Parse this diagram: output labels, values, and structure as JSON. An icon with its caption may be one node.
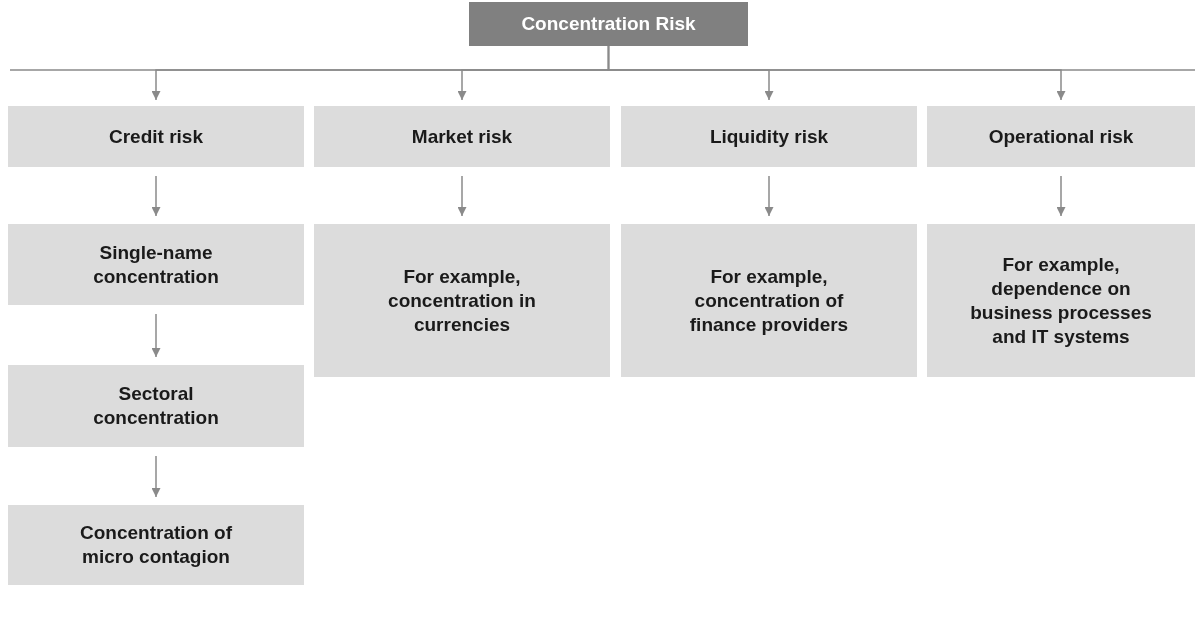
{
  "diagram": {
    "nodes": [
      {
        "text": [
          "Concentration Risk"
        ]
      },
      {
        "text": [
          "Credit risk"
        ]
      },
      {
        "text": [
          "Market risk"
        ]
      },
      {
        "text": [
          "Liquidity risk"
        ]
      },
      {
        "text": [
          "Operational risk"
        ]
      },
      {
        "text": [
          "Single-name concentration"
        ]
      },
      {
        "text": [
          "For example, concentration in currencies"
        ]
      },
      {
        "text": [
          "For example, concentration of finance providers"
        ]
      },
      {
        "text": [
          "For example, dependence on business processes and IT systems"
        ]
      },
      {
        "text": [
          "Sectoral concentration"
        ]
      },
      {
        "text": [
          "Concentration of micro contagion"
        ]
      }
    ],
    "edges": [
      {
        "from": 0,
        "to": 1,
        "arrow": "to"
      },
      {
        "from": 0,
        "to": 2,
        "arrow": "to"
      },
      {
        "from": 0,
        "to": 3,
        "arrow": "to"
      },
      {
        "from": 0,
        "to": 4,
        "arrow": "to"
      },
      {
        "from": 1,
        "to": 5,
        "arrow": "to"
      },
      {
        "from": 2,
        "to": 6,
        "arrow": "to"
      },
      {
        "from": 3,
        "to": 7,
        "arrow": "to"
      },
      {
        "from": 4,
        "to": 8,
        "arrow": "to"
      },
      {
        "from": 5,
        "to": 9,
        "arrow": "to"
      },
      {
        "from": 9,
        "to": 10,
        "arrow": "to"
      }
    ]
  }
}
